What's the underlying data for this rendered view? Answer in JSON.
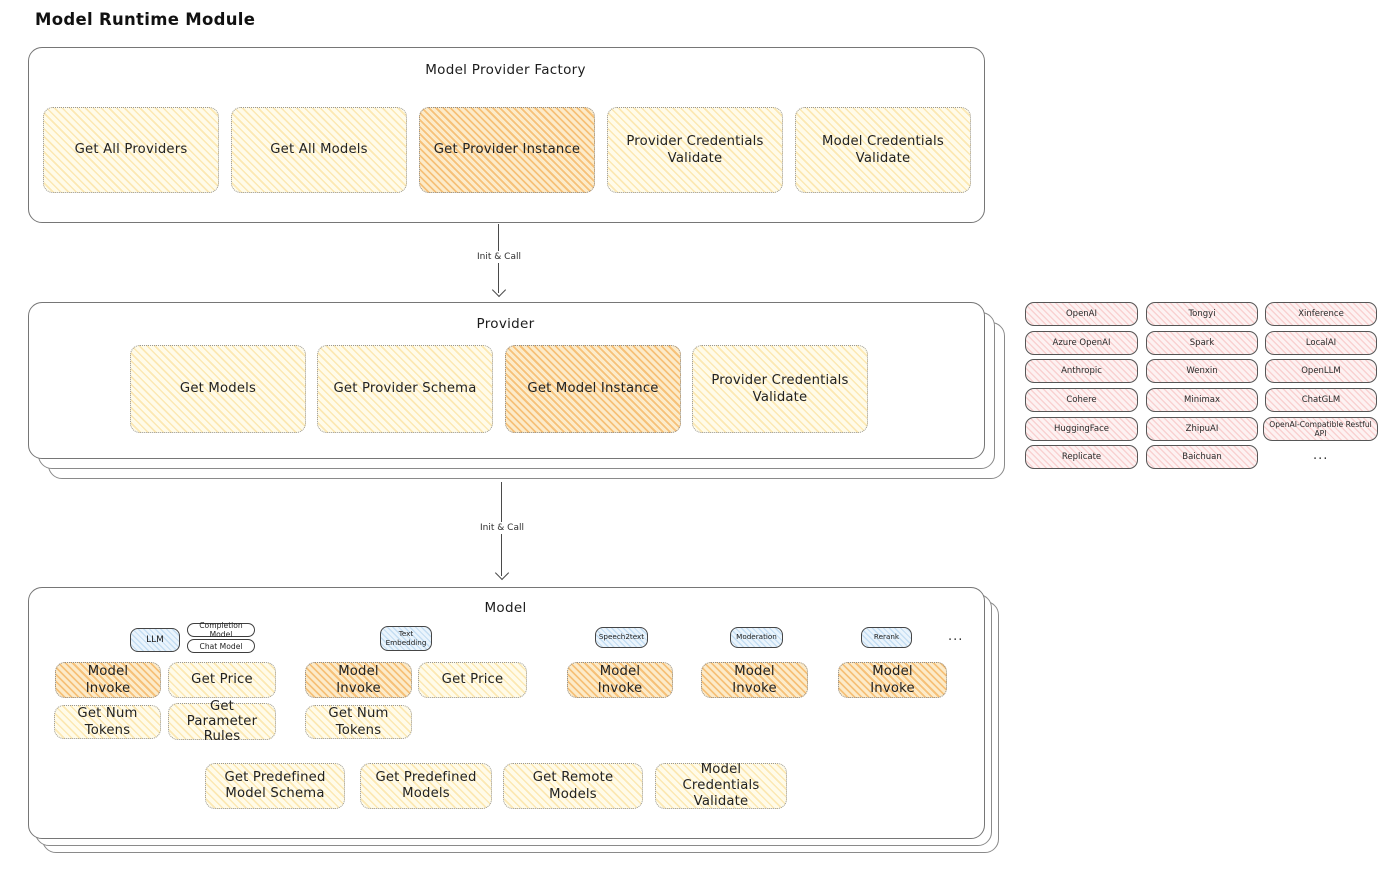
{
  "title": "Model Runtime Module",
  "arrow1": {
    "label": "Init & Call"
  },
  "arrow2": {
    "label": "Init & Call"
  },
  "factory": {
    "title": "Model Provider Factory",
    "methods": [
      {
        "label": "Get All Providers",
        "highlight": false
      },
      {
        "label": "Get All Models",
        "highlight": false
      },
      {
        "label": "Get Provider Instance",
        "highlight": true
      },
      {
        "label": "Provider Credentials Validate",
        "highlight": false
      },
      {
        "label": "Model Credentials Validate",
        "highlight": false
      }
    ]
  },
  "provider": {
    "title": "Provider",
    "methods": [
      {
        "label": "Get Models",
        "highlight": false
      },
      {
        "label": "Get Provider Schema",
        "highlight": false
      },
      {
        "label": "Get Model Instance",
        "highlight": true
      },
      {
        "label": "Provider Credentials Validate",
        "highlight": false
      }
    ]
  },
  "providers_grid": {
    "column1": [
      "OpenAI",
      "Azure OpenAI",
      "Anthropic",
      "Cohere",
      "HuggingFace",
      "Replicate"
    ],
    "column2": [
      "Tongyi",
      "Spark",
      "Wenxin",
      "Minimax",
      "ZhipuAI",
      "Baichuan"
    ],
    "column3": [
      "Xinference",
      "LocalAI",
      "OpenLLM",
      "ChatGLM",
      "OpenAI-Compatible Restful API"
    ],
    "ellipsis": "..."
  },
  "model": {
    "title": "Model",
    "ellipsis": "...",
    "tags": {
      "llm": "LLM",
      "completion_model": "Completion Model",
      "chat_model": "Chat Model",
      "text_embedding": "Text Embedding",
      "speech2text": "Speech2text",
      "moderation": "Moderation",
      "rerank": "Rerank"
    },
    "functions": {
      "model_invoke": "Model Invoke",
      "get_price": "Get Price",
      "get_num_tokens": "Get Num Tokens",
      "get_parameter_rules": "Get Parameter Rules"
    },
    "shared_methods": [
      "Get Predefined Model Schema",
      "Get Predefined Models",
      "Get Remote Models",
      "Model Credentials Validate"
    ]
  },
  "colors": {
    "yellow_fill": "#fffbe9",
    "yellow_hatch": "#f7c95b",
    "orange_fill": "#fbe9c4",
    "orange_hatch": "#f2992d",
    "pink_fill": "#fdf2f2",
    "pink_hatch": "#f08c8c",
    "blue_fill": "#eaf4fc",
    "blue_hatch": "#6eaadc",
    "ink": "#1e1e1e"
  }
}
